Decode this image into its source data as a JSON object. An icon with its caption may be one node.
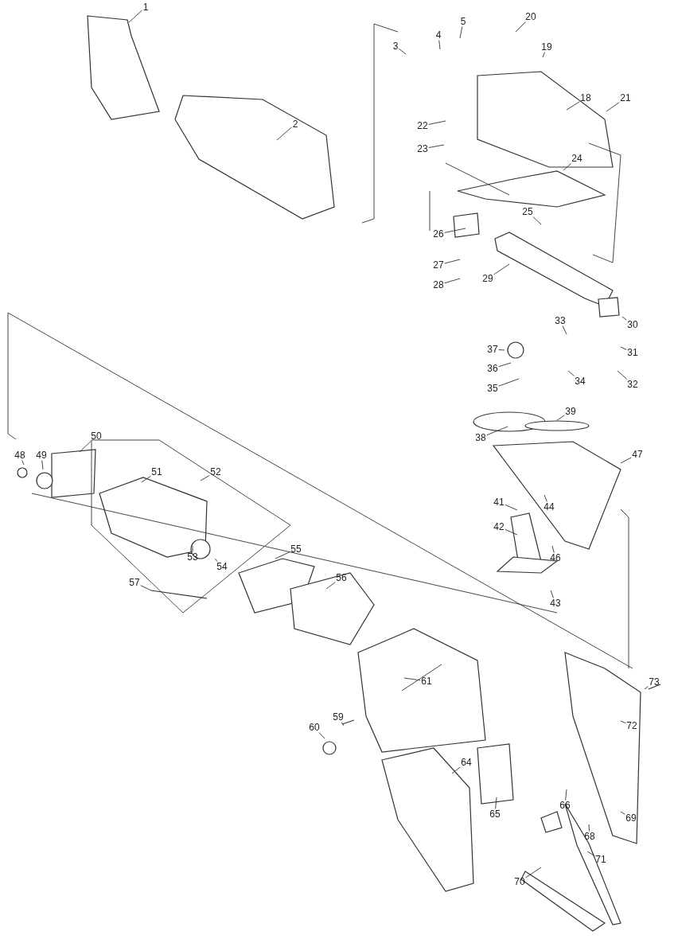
{
  "diagram": {
    "nodes": [
      {
        "text": [
          "1"
        ]
      },
      {
        "text": [
          "5"
        ]
      },
      {
        "text": [
          "20"
        ]
      },
      {
        "text": [
          "4"
        ]
      },
      {
        "text": [
          "3"
        ]
      },
      {
        "text": [
          "19"
        ]
      },
      {
        "text": [
          "18"
        ]
      },
      {
        "text": [
          "21"
        ]
      },
      {
        "text": [
          "2"
        ]
      },
      {
        "text": [
          "22"
        ]
      },
      {
        "text": [
          "23"
        ]
      },
      {
        "text": [
          "24"
        ]
      },
      {
        "text": [
          "25"
        ]
      },
      {
        "text": [
          "26"
        ]
      },
      {
        "text": [
          "27"
        ]
      },
      {
        "text": [
          "29"
        ]
      },
      {
        "text": [
          "28"
        ]
      },
      {
        "text": [
          "33"
        ]
      },
      {
        "text": [
          "30"
        ]
      },
      {
        "text": [
          "37"
        ]
      },
      {
        "text": [
          "31"
        ]
      },
      {
        "text": [
          "36"
        ]
      },
      {
        "text": [
          "34"
        ]
      },
      {
        "text": [
          "32"
        ]
      },
      {
        "text": [
          "35"
        ]
      },
      {
        "text": [
          "39"
        ]
      },
      {
        "text": [
          "38"
        ]
      },
      {
        "text": [
          "50"
        ]
      },
      {
        "text": [
          "47"
        ]
      },
      {
        "text": [
          "48"
        ]
      },
      {
        "text": [
          "49"
        ]
      },
      {
        "text": [
          "51"
        ]
      },
      {
        "text": [
          "52"
        ]
      },
      {
        "text": [
          "41"
        ]
      },
      {
        "text": [
          "44"
        ]
      },
      {
        "text": [
          "42"
        ]
      },
      {
        "text": [
          "55"
        ]
      },
      {
        "text": [
          "46"
        ]
      },
      {
        "text": [
          "53"
        ]
      },
      {
        "text": [
          "54"
        ]
      },
      {
        "text": [
          "56"
        ]
      },
      {
        "text": [
          "57"
        ]
      },
      {
        "text": [
          "43"
        ]
      },
      {
        "text": [
          "61"
        ]
      },
      {
        "text": [
          "73"
        ]
      },
      {
        "text": [
          "59"
        ]
      },
      {
        "text": [
          "72"
        ]
      },
      {
        "text": [
          "60"
        ]
      },
      {
        "text": [
          "64"
        ]
      },
      {
        "text": [
          "66"
        ]
      },
      {
        "text": [
          "65"
        ]
      },
      {
        "text": [
          "69"
        ]
      },
      {
        "text": [
          "68"
        ]
      },
      {
        "text": [
          "71"
        ]
      },
      {
        "text": [
          "70"
        ]
      }
    ],
    "edges": [
      {
        "from": 0,
        "to": null,
        "arrow": "none"
      },
      {
        "from": 1,
        "to": null,
        "arrow": "none"
      },
      {
        "from": 2,
        "to": null,
        "arrow": "none"
      },
      {
        "from": 3,
        "to": null,
        "arrow": "none"
      },
      {
        "from": 4,
        "to": null,
        "arrow": "none"
      },
      {
        "from": 5,
        "to": null,
        "arrow": "none"
      },
      {
        "from": 6,
        "to": null,
        "arrow": "none"
      },
      {
        "from": 7,
        "to": null,
        "arrow": "none"
      },
      {
        "from": 8,
        "to": null,
        "arrow": "none"
      },
      {
        "from": 9,
        "to": null,
        "arrow": "none"
      },
      {
        "from": 10,
        "to": null,
        "arrow": "none"
      },
      {
        "from": 11,
        "to": null,
        "arrow": "none"
      },
      {
        "from": 12,
        "to": null,
        "arrow": "none"
      },
      {
        "from": 13,
        "to": null,
        "arrow": "none"
      },
      {
        "from": 14,
        "to": null,
        "arrow": "none"
      },
      {
        "from": 15,
        "to": null,
        "arrow": "none"
      },
      {
        "from": 16,
        "to": null,
        "arrow": "none"
      },
      {
        "from": 17,
        "to": null,
        "arrow": "none"
      },
      {
        "from": 18,
        "to": null,
        "arrow": "none"
      },
      {
        "from": 19,
        "to": null,
        "arrow": "none"
      },
      {
        "from": 20,
        "to": null,
        "arrow": "none"
      },
      {
        "from": 21,
        "to": null,
        "arrow": "none"
      },
      {
        "from": 22,
        "to": null,
        "arrow": "none"
      },
      {
        "from": 23,
        "to": null,
        "arrow": "none"
      },
      {
        "from": 24,
        "to": null,
        "arrow": "none"
      },
      {
        "from": 25,
        "to": null,
        "arrow": "none"
      },
      {
        "from": 26,
        "to": null,
        "arrow": "none"
      },
      {
        "from": 27,
        "to": null,
        "arrow": "none"
      },
      {
        "from": 28,
        "to": null,
        "arrow": "none"
      },
      {
        "from": 29,
        "to": null,
        "arrow": "none"
      },
      {
        "from": 30,
        "to": null,
        "arrow": "none"
      },
      {
        "from": 31,
        "to": null,
        "arrow": "none"
      },
      {
        "from": 32,
        "to": null,
        "arrow": "none"
      },
      {
        "from": 33,
        "to": null,
        "arrow": "none"
      },
      {
        "from": 34,
        "to": null,
        "arrow": "none"
      },
      {
        "from": 35,
        "to": null,
        "arrow": "none"
      },
      {
        "from": 36,
        "to": null,
        "arrow": "none"
      },
      {
        "from": 37,
        "to": null,
        "arrow": "none"
      },
      {
        "from": 38,
        "to": null,
        "arrow": "none"
      },
      {
        "from": 39,
        "to": null,
        "arrow": "none"
      },
      {
        "from": 40,
        "to": null,
        "arrow": "none"
      },
      {
        "from": 41,
        "to": null,
        "arrow": "none"
      },
      {
        "from": 42,
        "to": null,
        "arrow": "none"
      },
      {
        "from": 43,
        "to": null,
        "arrow": "none"
      },
      {
        "from": 44,
        "to": null,
        "arrow": "none"
      },
      {
        "from": 45,
        "to": null,
        "arrow": "none"
      },
      {
        "from": 46,
        "to": null,
        "arrow": "none"
      },
      {
        "from": 47,
        "to": null,
        "arrow": "none"
      },
      {
        "from": 48,
        "to": null,
        "arrow": "none"
      },
      {
        "from": 49,
        "to": null,
        "arrow": "none"
      },
      {
        "from": 50,
        "to": null,
        "arrow": "none"
      },
      {
        "from": 51,
        "to": null,
        "arrow": "none"
      },
      {
        "from": 52,
        "to": null,
        "arrow": "none"
      },
      {
        "from": 53,
        "to": null,
        "arrow": "none"
      },
      {
        "from": 54,
        "to": null,
        "arrow": "none"
      }
    ]
  }
}
